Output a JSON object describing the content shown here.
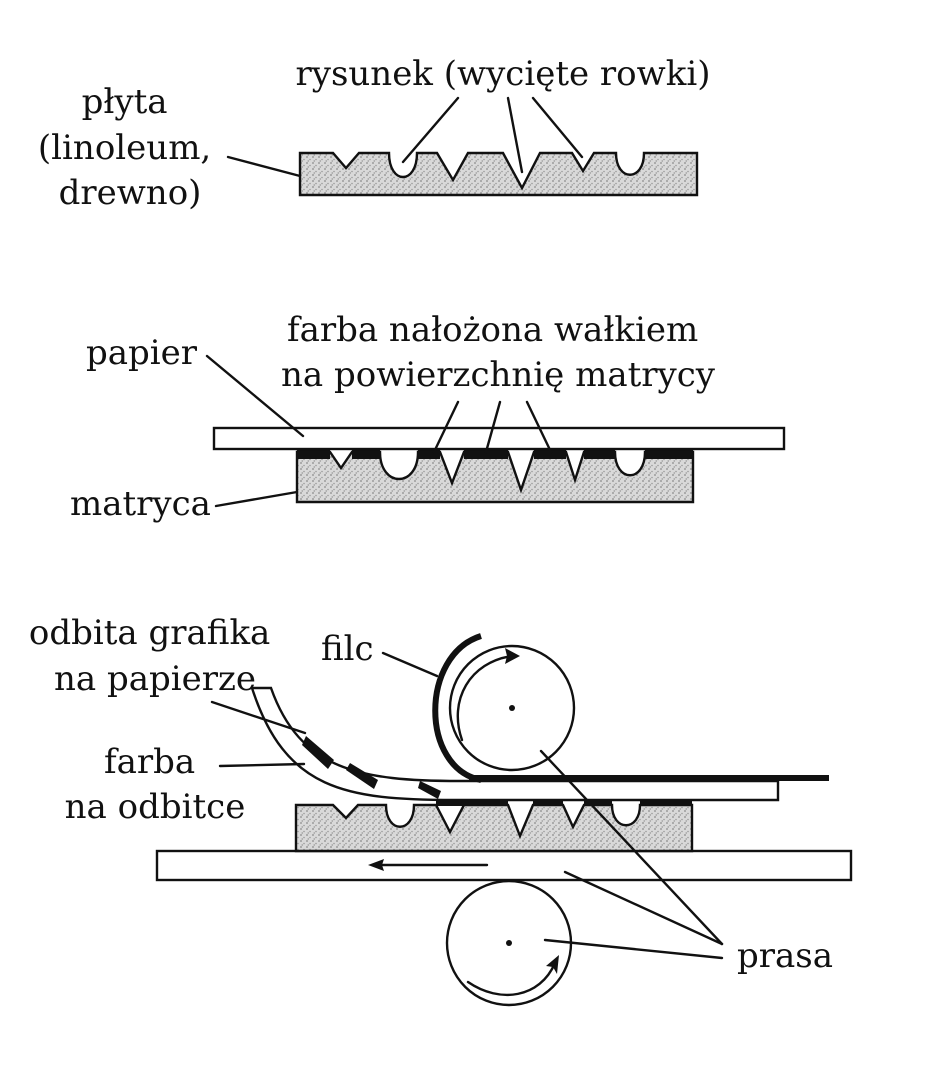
{
  "colors": {
    "ink": "#111111",
    "plate_fill": "#d6d6d6",
    "background": "#ffffff"
  },
  "stage1": {
    "plate_label": [
      "płyta",
      "(linoleum,",
      "drewno)"
    ],
    "drawing_label": "rysunek (wycięte rowki)"
  },
  "stage2": {
    "paper_label": "papier",
    "ink_label": [
      "farba nałożona wałkiem",
      "na powierzchnię matrycy"
    ],
    "matrix_label": "matryca"
  },
  "stage3": {
    "print_label": [
      "odbita grafika",
      "na papierze"
    ],
    "felt_label": "filc",
    "ink_label": [
      "farba",
      "na odbitce"
    ],
    "press_label": "prasa"
  }
}
